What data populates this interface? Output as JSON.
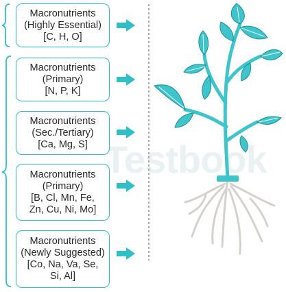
{
  "colors": {
    "accent": "#2fbfc6",
    "leaf": "#40c4cc",
    "root": "#d6d1cc",
    "text": "#2a2a2a"
  },
  "watermark": "Testbook",
  "boxes": [
    {
      "lines": [
        "Macronutrients",
        "(Highly Essential)",
        "[C, H, O]"
      ]
    },
    {
      "lines": [
        "Macronutrients",
        "(Primary)",
        "[N, P, K]"
      ]
    },
    {
      "lines": [
        "Macronutrients",
        "(Sec./Tertiary)",
        "[Ca, Mg, S]"
      ]
    },
    {
      "lines": [
        "Macronutrients",
        "(Primary)",
        "[B, Cl, Mn, Fe,",
        "Zn, Cu, Ni, Mo]"
      ]
    },
    {
      "lines": [
        "Macronutrients",
        "(Newly Suggested)",
        "[Co, Na, Va, Se,",
        "Si, Al]"
      ]
    }
  ]
}
